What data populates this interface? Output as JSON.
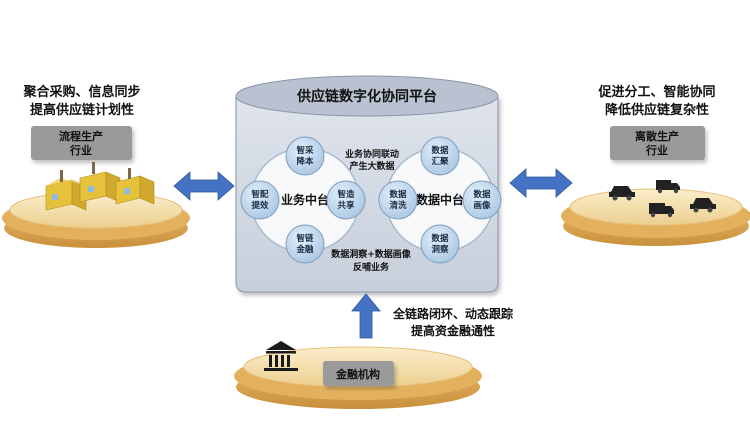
{
  "platform": {
    "title": "供应链数字化协同平台",
    "note_top_line1": "业务协同联动",
    "note_top_line2": "产生大数据",
    "note_bottom_line1": "数据洞察+数据画像",
    "note_bottom_line2": "反哺业务",
    "business_hub": {
      "label": "业务中台",
      "nodes": [
        {
          "line1": "智采",
          "line2": "降本"
        },
        {
          "line1": "智配",
          "line2": "提效"
        },
        {
          "line1": "智造",
          "line2": "共享"
        },
        {
          "line1": "智链",
          "line2": "金融"
        }
      ]
    },
    "data_hub": {
      "label": "数据中台",
      "nodes": [
        {
          "line1": "数据",
          "line2": "汇聚"
        },
        {
          "line1": "数据",
          "line2": "清洗"
        },
        {
          "line1": "数据",
          "line2": "画像"
        },
        {
          "line1": "数据",
          "line2": "洞察"
        }
      ]
    }
  },
  "left": {
    "caption_line1": "聚合采购、信息同步",
    "caption_line2": "提高供应链计划性",
    "box_line1": "流程生产",
    "box_line2": "行业",
    "icon": "factory-icon"
  },
  "right": {
    "caption_line1": "促进分工、智能协同",
    "caption_line2": "降低供应链复杂性",
    "box_line1": "离散生产",
    "box_line2": "行业",
    "icon": "vehicles-icon"
  },
  "bottom": {
    "caption_line1": "全链路闭环、动态跟踪",
    "caption_line2": "提高资金融通性",
    "box_label": "金融机构",
    "icon": "bank-icon"
  },
  "colors": {
    "arrow": "#4472c4",
    "platform_body": "#d4dae4",
    "platform_top": "#b9c3d2",
    "gold": "#e8c98a",
    "gold_dark": "#d9a64f",
    "label_box": "#9a9a9a"
  }
}
